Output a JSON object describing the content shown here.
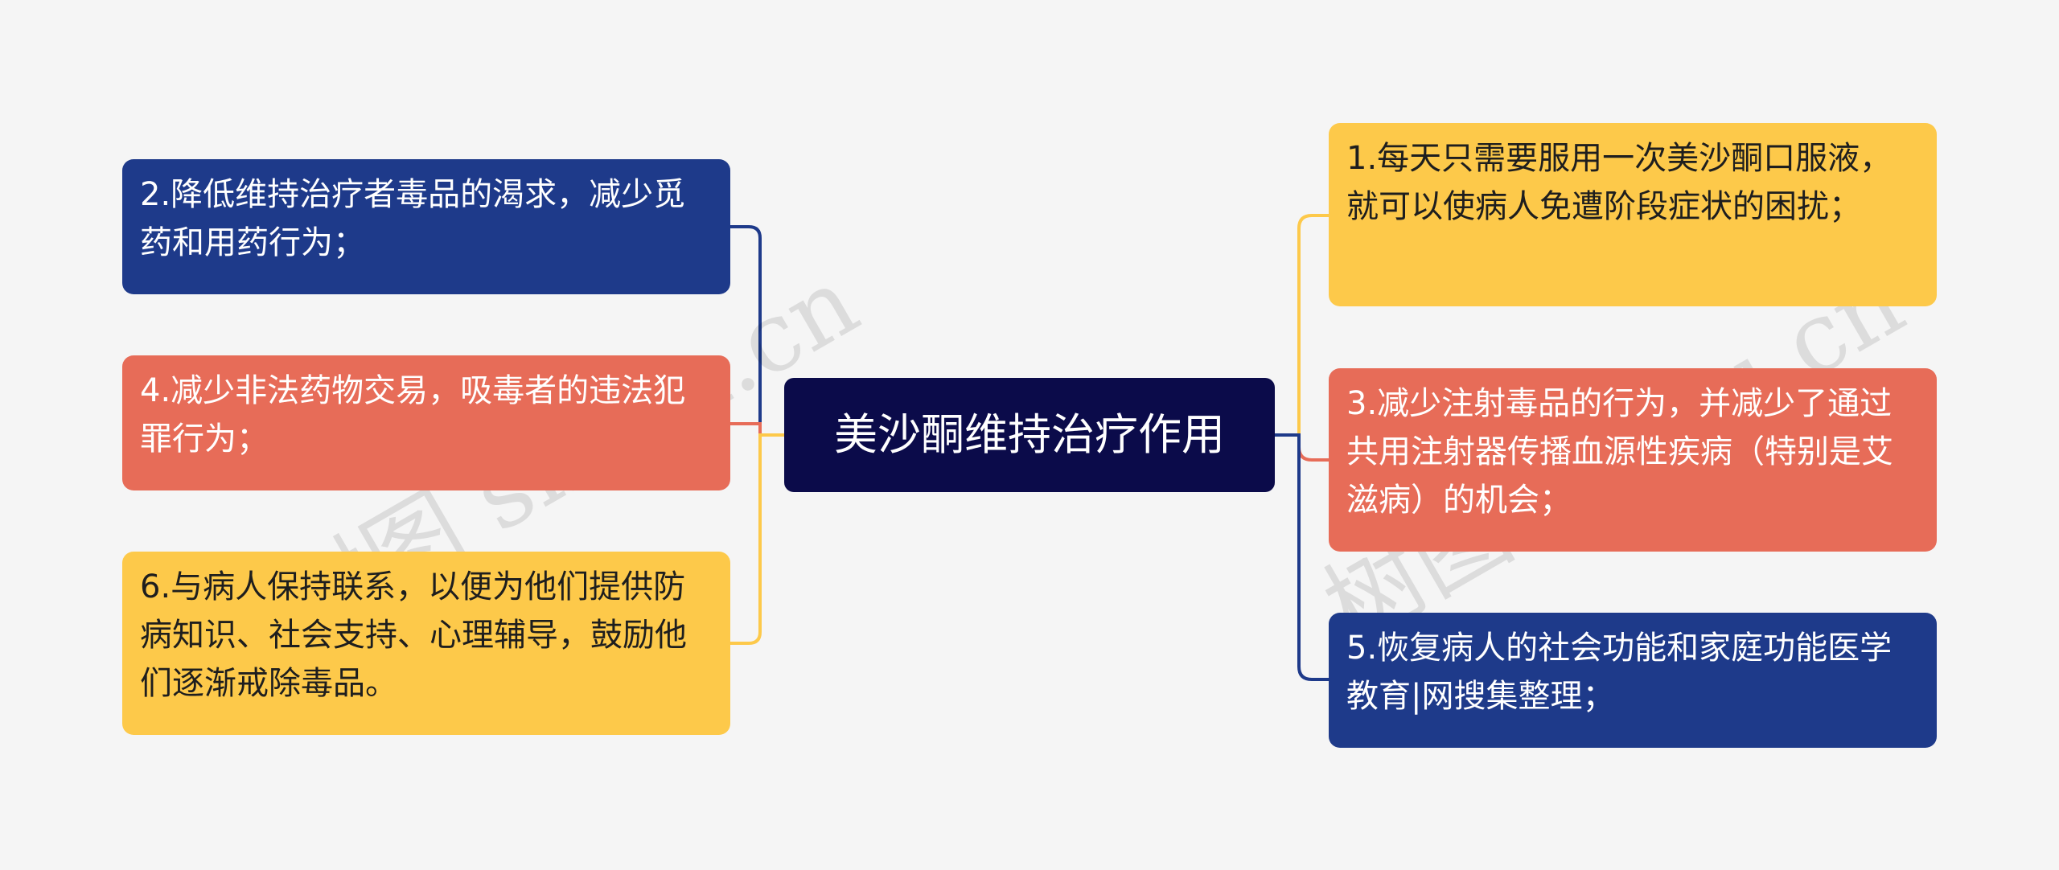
{
  "center": {
    "text": "美沙酮维持治疗作用"
  },
  "left_nodes": [
    {
      "text": "2.降低维持治疗者毒品的渴求，减少觅药和用药行为；",
      "color": "#1e3a8a"
    },
    {
      "text": "4.减少非法药物交易，吸毒者的违法犯罪行为；",
      "color": "#e76c58"
    },
    {
      "text": "6.与病人保持联系，以便为他们提供防病知识、社会支持、心理辅导，鼓励他们逐渐戒除毒品。",
      "color": "#fdc94a"
    }
  ],
  "right_nodes": [
    {
      "text": "1.每天只需要服用一次美沙酮口服液，就可以使病人免遭阶段症状的困扰；",
      "color": "#fdc94a"
    },
    {
      "text": "3.减少注射毒品的行为，并减少了通过共用注射器传播血源性疾病（特别是艾滋病）的机会；",
      "color": "#e76c58"
    },
    {
      "text": "5.恢复病人的社会功能和家庭功能医学教育|网搜集整理；",
      "color": "#1e3a8a"
    }
  ],
  "watermarks": [
    "树图 shutu.cn",
    "树图 shutu.cn"
  ]
}
